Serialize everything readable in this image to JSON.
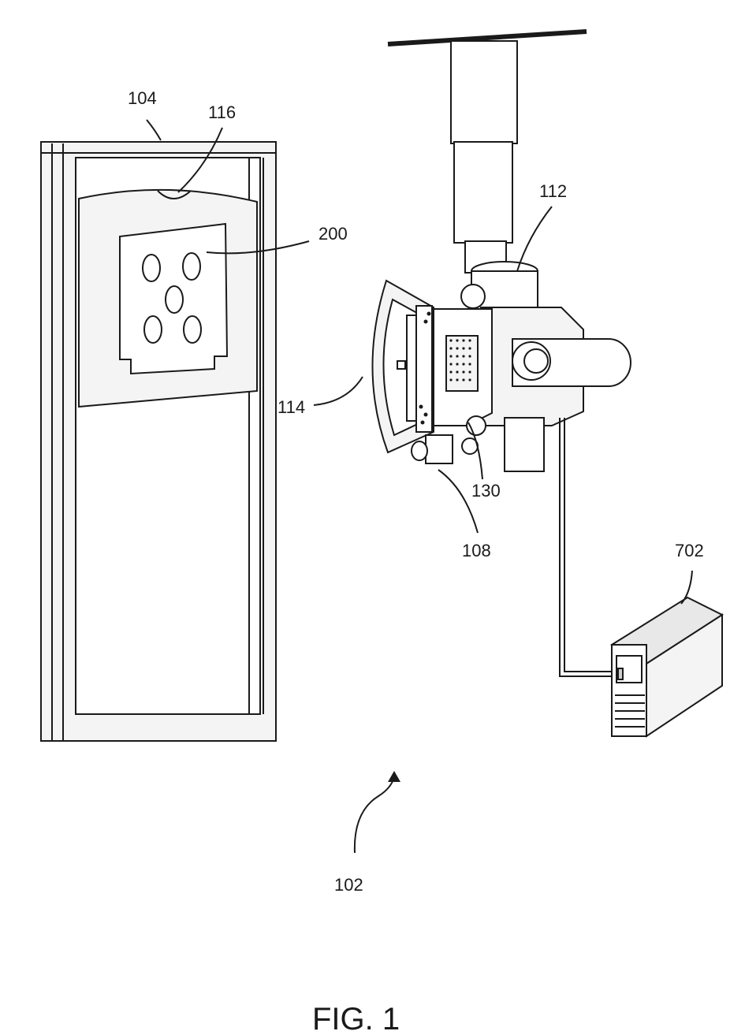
{
  "labels": {
    "stand": "104",
    "notch": "116",
    "pattern": "200",
    "column": "112",
    "handle": "114",
    "panel": "130",
    "sensor": "108",
    "computer": "702",
    "system": "102"
  },
  "caption": "FIG. 1"
}
